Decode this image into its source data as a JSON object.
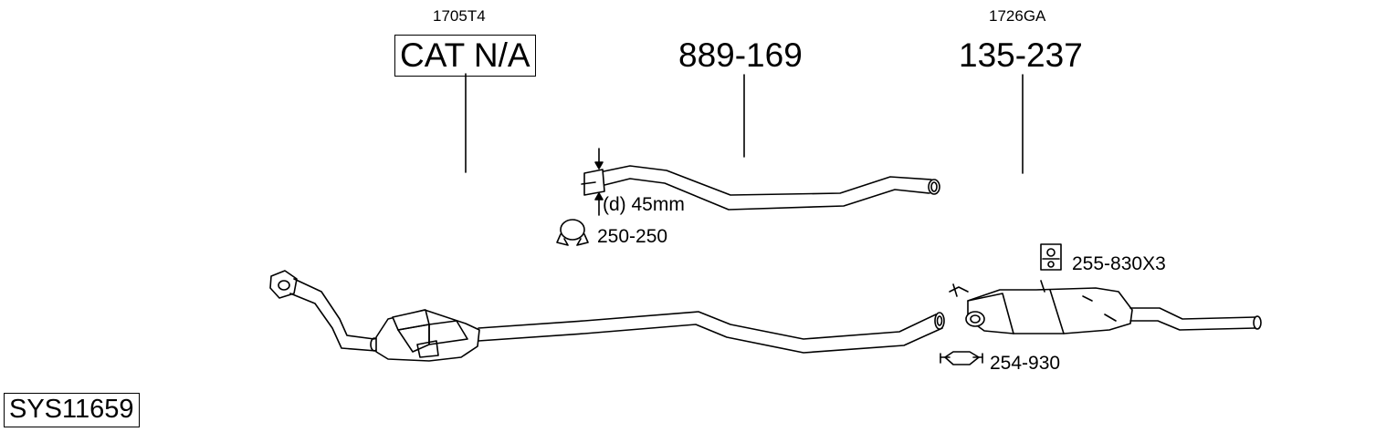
{
  "diagram": {
    "system_code": "SYS11659",
    "catalyst": {
      "oem_code": "1705T4",
      "part_label": "CAT N/A"
    },
    "center_pipe": {
      "part_number": "889-169",
      "diameter_label": "(d) 45mm"
    },
    "rear_silencer": {
      "oem_code": "1726GA",
      "part_number": "135-237"
    },
    "accessories": [
      {
        "part_number": "250-250",
        "icon": "clamp-icon"
      },
      {
        "part_number": "255-830X3",
        "icon": "rubber-hanger-icon"
      },
      {
        "part_number": "254-930",
        "icon": "flange-clamp-icon"
      }
    ]
  }
}
